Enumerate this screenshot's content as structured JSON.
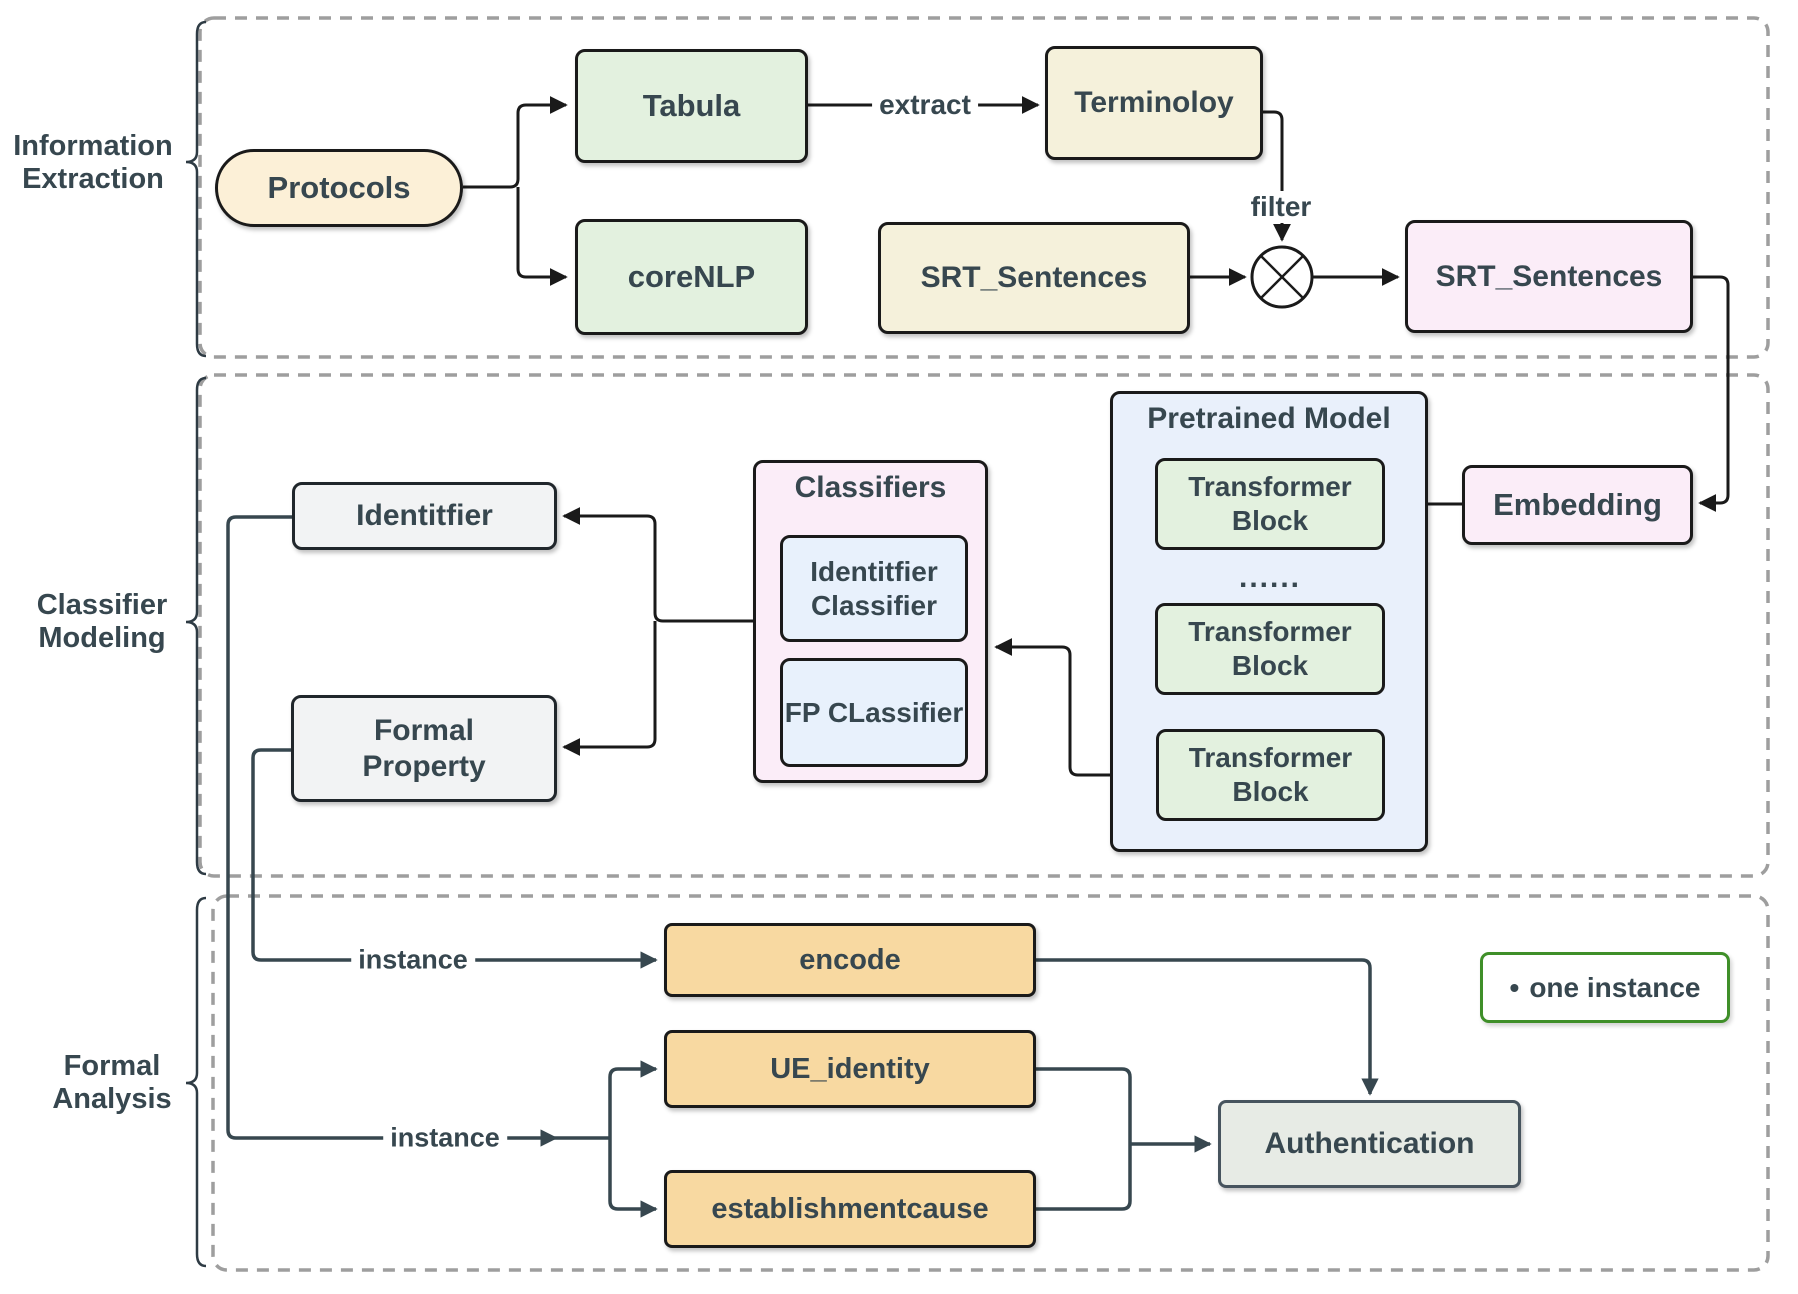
{
  "sections": [
    {
      "line1": "Information",
      "line2": "Extraction"
    },
    {
      "line1": "Classifier",
      "line2": "Modeling"
    },
    {
      "line1": "Formal",
      "line2": "Analysis"
    }
  ],
  "nodes": {
    "protocols": "Protocols",
    "tabula": "Tabula",
    "terminology": "Terminoloy",
    "corenlp": "coreNLP",
    "srt_sentences_raw": "SRT_Sentences",
    "srt_sentences_filtered": "SRT_Sentences",
    "identifier": "Identitfier",
    "formal_property": "Formal Property",
    "classifiers_title": "Classifiers",
    "identifier_classifier": "Identitfier Classifier",
    "fp_classifier": "FP CLassifier",
    "pretrained_title": "Pretrained Model",
    "transformer_block_1": "Transformer Block",
    "ellipsis": "......",
    "transformer_block_2": "Transformer Block",
    "transformer_block_3": "Transformer Block",
    "embedding": "Embedding",
    "encode": "encode",
    "ue_identity": "UE_identity",
    "establishment_cause": "establishmentcause",
    "authentication": "Authentication"
  },
  "edge_labels": {
    "extract": "extract",
    "filter": "filter",
    "instance_top": "instance",
    "instance_bottom": "instance"
  },
  "legend": {
    "bullet": "•",
    "label": "one instance"
  },
  "colors": {
    "node_green": "#E3F1DF",
    "node_tan": "#F5F1DB",
    "node_cream": "#FCF0D7",
    "node_pink": "#FBEDF8",
    "node_lightblue": "#E9F0FB",
    "node_innerblue": "#E8F1FC",
    "node_gray": "#F2F3F4",
    "node_orange": "#F8D9A1",
    "node_auth": "#E7EBE5",
    "legend_border_green": "#3F8F29",
    "edge_black": "#1A1A1A",
    "edge_slate": "#37474F",
    "dashed_border_gray": "#9E9E9E",
    "text": "#37474F"
  }
}
